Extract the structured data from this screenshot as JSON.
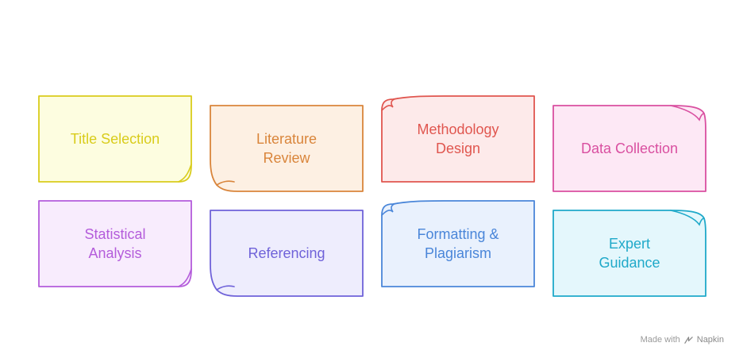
{
  "cards": [
    {
      "label": "Title Selection",
      "color": "#d9cc1b",
      "fill": "#fdfde0",
      "shape": "curl-br"
    },
    {
      "label": "Literature\nReview",
      "color": "#d9853b",
      "fill": "#fdf0e3",
      "shape": "curl-bl"
    },
    {
      "label": "Methodology\nDesign",
      "color": "#e0564f",
      "fill": "#fdeaea",
      "shape": "curl-tl"
    },
    {
      "label": "Data Collection",
      "color": "#d94fa0",
      "fill": "#fde8f5",
      "shape": "curl-tr"
    },
    {
      "label": "Statistical\nAnalysis",
      "color": "#b45cdb",
      "fill": "#f8ecfd",
      "shape": "curl-br"
    },
    {
      "label": "Referencing",
      "color": "#6f62d9",
      "fill": "#eeedfd",
      "shape": "curl-bl"
    },
    {
      "label": "Formatting &\nPlagiarism",
      "color": "#4a86d9",
      "fill": "#e9f1fd",
      "shape": "curl-tl"
    },
    {
      "label": "Expert\nGuidance",
      "color": "#1fa9c9",
      "fill": "#e4f7fc",
      "shape": "curl-tr"
    }
  ],
  "watermark": {
    "prefix": "Made with",
    "brand": "Napkin"
  }
}
